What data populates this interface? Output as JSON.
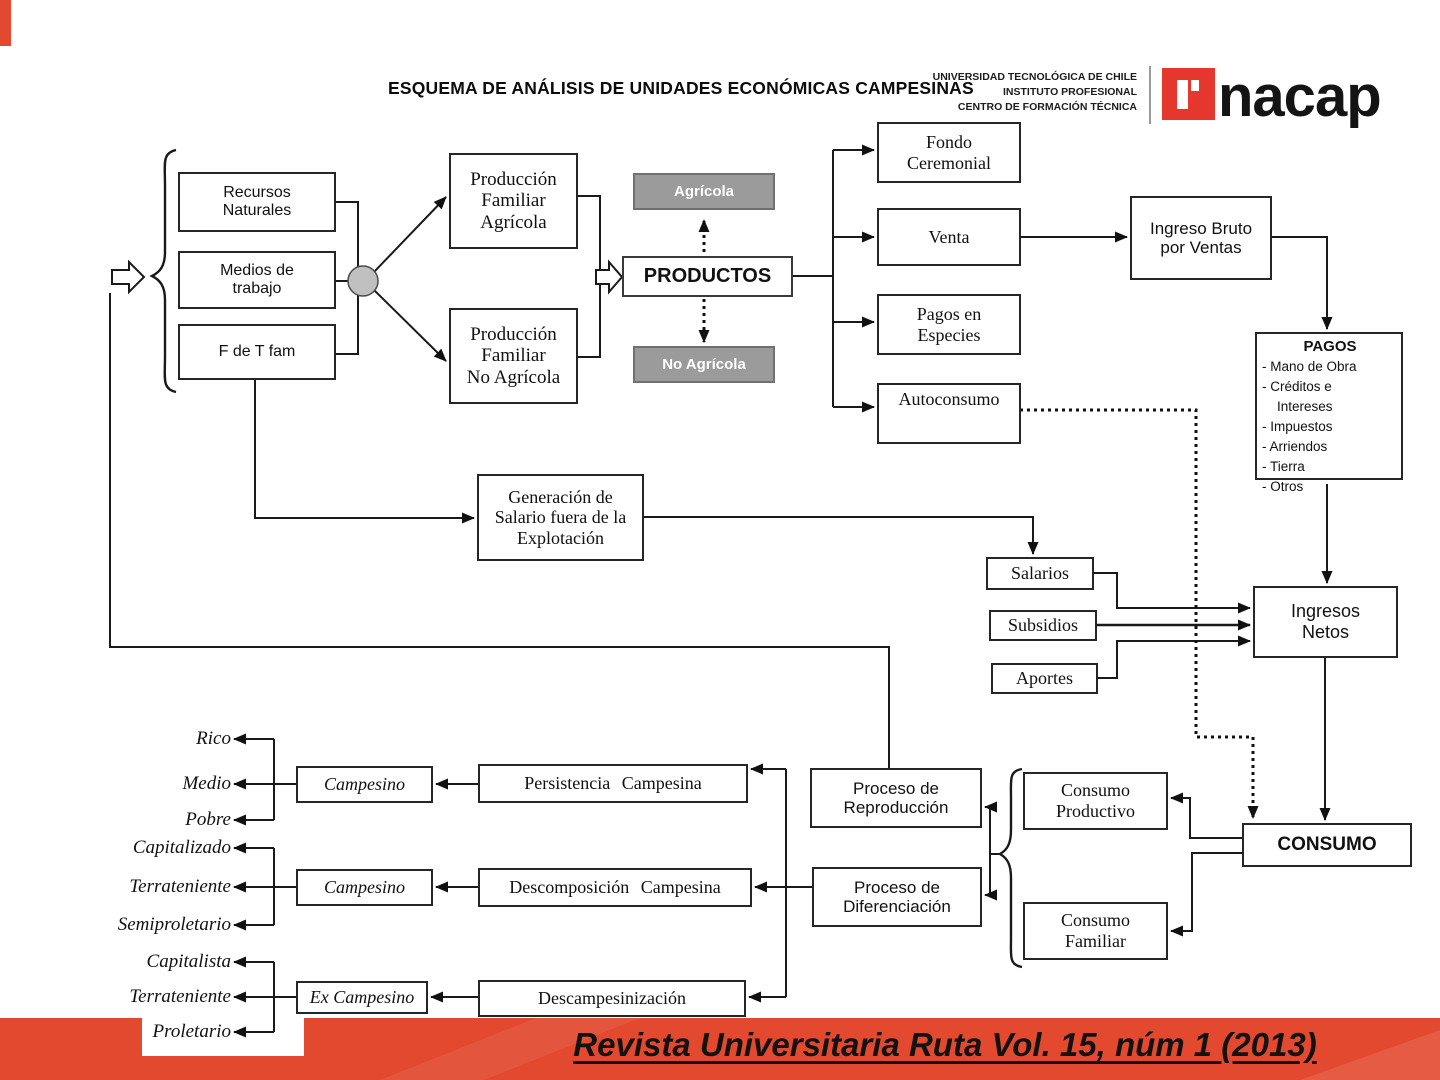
{
  "header": {
    "title": "ESQUEMA DE ANÁLISIS DE UNIDADES ECONÓMICAS CAMPESINAS",
    "org": {
      "line1": "UNIVERSIDAD TECNOLÓGICA DE CHILE",
      "line2": "INSTITUTO PROFESIONAL",
      "line3": "CENTRO DE FORMACIÓN TÉCNICA"
    },
    "logo": {
      "wordmark": "nacap"
    }
  },
  "nodes": {
    "recursos_naturales": "Recursos\nNaturales",
    "medios_trabajo": "Medios de\ntrabajo",
    "f_de_t_fam": "F de T fam",
    "produccion_agricola": "Producción\nFamiliar\nAgrícola",
    "produccion_no_agricola": "Producción\nFamiliar\nNo Agrícola",
    "productos": "PRODUCTOS",
    "tag_agricola": "Agrícola",
    "tag_no_agricola": "No Agrícola",
    "fondo_ceremonial": "Fondo\nCeremonial",
    "venta": "Venta",
    "pagos_especies": "Pagos en\nEspecies",
    "autoconsumo": "Autoconsumo",
    "ingreso_bruto": "Ingreso Bruto\npor Ventas",
    "generacion_salario": "Generación de\nSalario fuera de la\nExplotación",
    "salarios": "Salarios",
    "subsidios": "Subsidios",
    "aportes": "Aportes",
    "ingresos_netos": "Ingresos\nNetos",
    "consumo": "CONSUMO",
    "consumo_productivo": "Consumo\nProductivo",
    "consumo_familiar": "Consumo\nFamiliar",
    "proceso_reproduccion": "Proceso de\nReproducción",
    "proceso_diferenciacion": "Proceso de\nDiferenciación",
    "persistencia_campesina": "Persistencia Campesina",
    "descomposicion_campesina": "Descomposición Campesina",
    "descampesinizacion": "Descampesinización",
    "campesino_1": "Campesino",
    "campesino_2": "Campesino",
    "ex_campesino": "Ex Campesino"
  },
  "pagos": {
    "title": "PAGOS",
    "items": [
      "- Mano de Obra",
      "- Créditos e",
      "    Intereses",
      "- Impuestos",
      "- Arriendos",
      "- Tierra",
      "- Otros"
    ]
  },
  "outcome_labels": {
    "rico": "Rico",
    "medio": "Medio",
    "pobre": "Pobre",
    "capitalizado": "Capitalizado",
    "terrateniente_1": "Terrateniente",
    "semiproletario": "Semiproletario",
    "capitalista": "Capitalista",
    "terrateniente_2": "Terrateniente",
    "proletario": "Proletario"
  },
  "footer": {
    "caption": "Revista Universitaria Ruta Vol. 15, núm 1 (2013)"
  },
  "colors": {
    "band_red": "#e2492f",
    "logo_red": "#e5372e",
    "tag_gray": "#9b9b9b"
  }
}
